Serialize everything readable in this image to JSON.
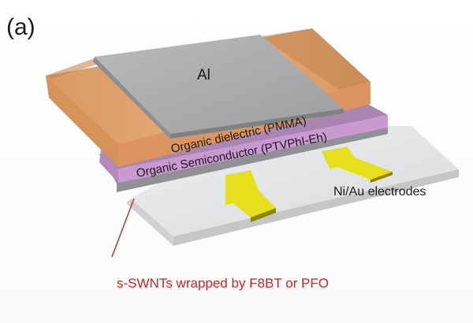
{
  "figure": {
    "panel_label": "(a)"
  },
  "layers": {
    "top_electrode": "Al",
    "dielectric": "Organic dielectric (PMMA)",
    "semiconductor": "Organic Semiconductor (PTVPhI-Eh)",
    "electrodes": "Ni/Au electrodes",
    "nanotubes": "s-SWNTs wrapped by F8BT or PFO"
  },
  "colors": {
    "aluminum": "#a9abad",
    "dielectric": "#e3a46e",
    "semiconductor": "#c99ad0",
    "nanotube_layer": "#8f9194",
    "substrate": "#e3e5e6",
    "electrode_gold": "#e6e01c",
    "callout": "#c0282c"
  }
}
